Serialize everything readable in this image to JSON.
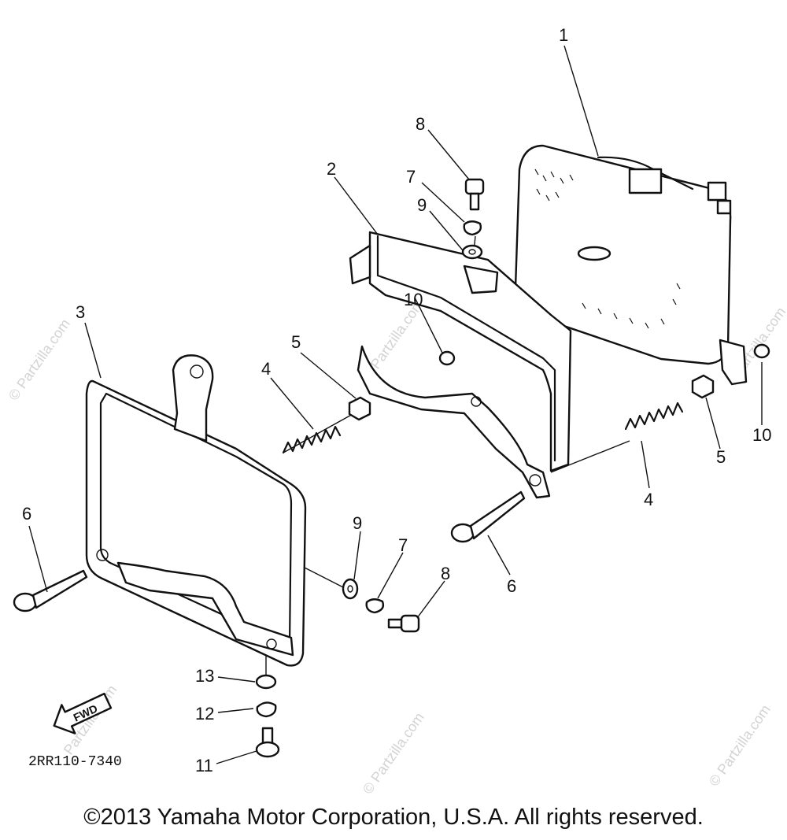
{
  "watermark": {
    "site": "© Partzilla.com",
    "site_short": "Partzilla.com"
  },
  "diagram": {
    "part_code": "2RR110-7340",
    "fwd_label": "FWD",
    "callouts": [
      "1",
      "2",
      "3",
      "4",
      "4",
      "5",
      "5",
      "6",
      "6",
      "7",
      "7",
      "8",
      "8",
      "9",
      "9",
      "10",
      "10",
      "11",
      "12",
      "13"
    ]
  },
  "copyright": "©2013 Yamaha Motor Corporation, U.S.A. All rights reserved."
}
